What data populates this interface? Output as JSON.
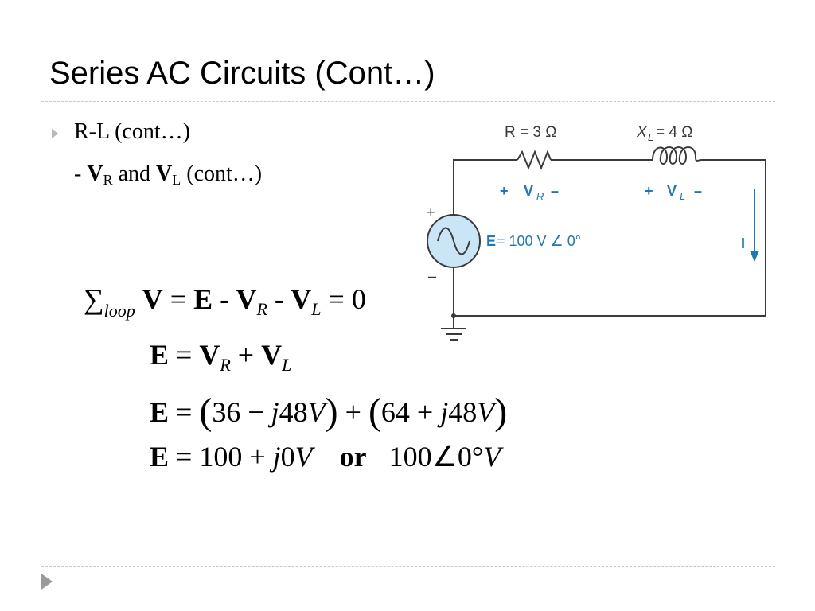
{
  "slide": {
    "title": "Series AC Circuits (Cont…)",
    "bullet": "R-L (cont…)",
    "sub_bullet": {
      "dash": "- ",
      "v1": "V",
      "v1_sub": "R",
      "and": " and ",
      "v2": "V",
      "v2_sub": "L",
      "tail": " (cont…)"
    }
  },
  "equations": {
    "eq1": {
      "sigma": "∑",
      "sub": "loop",
      "V": "V",
      "eq": " = ",
      "E": "E",
      "minus": " - ",
      "VR": "V",
      "VR_sub": "R",
      "VL": "V",
      "VL_sub": "L",
      "zero": "0"
    },
    "eq2": {
      "E": "E",
      "eq": " = ",
      "VR": "V",
      "VR_sub": "R",
      "plus": " + ",
      "VL": "V",
      "VL_sub": "L"
    },
    "eq3": {
      "E": "E",
      "eq": " = ",
      "a": "36 − ",
      "j1": "j",
      "b": "48",
      "V1": "V",
      "plus": " + ",
      "c": "64 + ",
      "j2": "j",
      "d": "48",
      "V2": "V"
    },
    "eq4": {
      "E": "E",
      "eq": " = ",
      "a": "100 + ",
      "j": "j",
      "b": "0",
      "V1": "V",
      "or": "or",
      "c": "100∠0°",
      "V2": "V"
    }
  },
  "circuit": {
    "R_label": "R = 3 Ω",
    "XL_var": "X",
    "XL_sub": "L",
    "XL_val": " = 4 Ω",
    "VR_plus": "+",
    "VR_V": "V",
    "VR_sub": "R",
    "VR_minus": "–",
    "VL_plus": "+",
    "VL_V": "V",
    "VL_sub": "L",
    "VL_minus": "–",
    "src_plus": "+",
    "src_minus": "–",
    "E_label": "E",
    "E_value": " = 100 V ∠ 0°",
    "I_label": "I",
    "colors": {
      "wire": "#3a3a3a",
      "blue": "#1f77b4",
      "source_fill": "#c9e5f6"
    }
  }
}
